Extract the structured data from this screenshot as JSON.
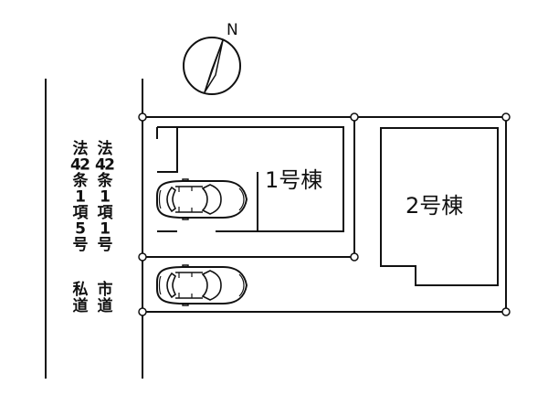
{
  "compass": {
    "label": "N",
    "icon": "north-arrow-icon"
  },
  "buildings": [
    {
      "label": "1号棟"
    },
    {
      "label": "2号棟"
    }
  ],
  "roads": [
    {
      "label_chars": [
        "市",
        "道"
      ],
      "law_chars": [
        "法",
        "42",
        "条",
        "1",
        "項",
        "1",
        "号"
      ]
    },
    {
      "label_chars": [
        "私",
        "道"
      ],
      "law_chars": [
        "法",
        "42",
        "条",
        "1",
        "項",
        "5",
        "号"
      ]
    }
  ],
  "parking": [
    {
      "icon": "car-icon"
    },
    {
      "icon": "car-icon"
    }
  ],
  "colors": {
    "line": "#111111",
    "background": "#ffffff"
  }
}
